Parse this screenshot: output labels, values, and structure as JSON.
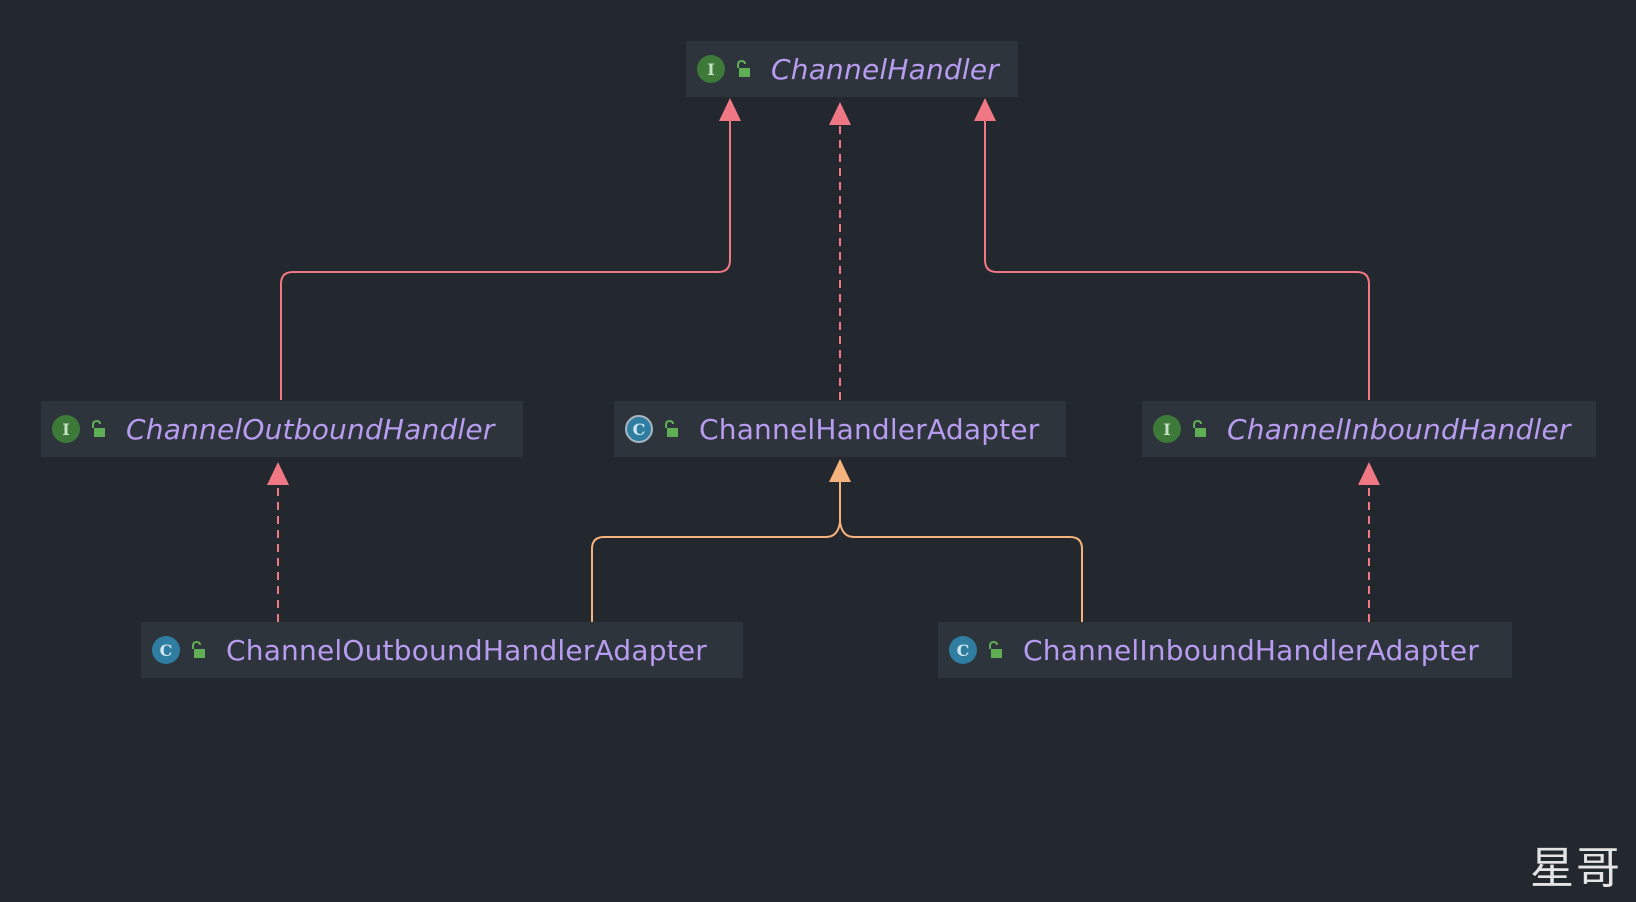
{
  "diagram": {
    "nodes": [
      {
        "id": "channel-handler",
        "label": "ChannelHandler",
        "kind": "interface",
        "kind_letter": "I",
        "italic": true
      },
      {
        "id": "channel-outbound-handler",
        "label": "ChannelOutboundHandler",
        "kind": "interface",
        "kind_letter": "I",
        "italic": true
      },
      {
        "id": "channel-handler-adapter",
        "label": "ChannelHandlerAdapter",
        "kind": "abstract",
        "kind_letter": "C",
        "italic": false
      },
      {
        "id": "channel-inbound-handler",
        "label": "ChannelInboundHandler",
        "kind": "interface",
        "kind_letter": "I",
        "italic": true
      },
      {
        "id": "channel-outbound-handler-adapter",
        "label": "ChannelOutboundHandlerAdapter",
        "kind": "class",
        "kind_letter": "C",
        "italic": false
      },
      {
        "id": "channel-inbound-handler-adapter",
        "label": "ChannelInboundHandlerAdapter",
        "kind": "class",
        "kind_letter": "C",
        "italic": false
      }
    ],
    "edges": [
      {
        "from": "channel-outbound-handler",
        "to": "channel-handler",
        "type": "extends"
      },
      {
        "from": "channel-inbound-handler",
        "to": "channel-handler",
        "type": "extends"
      },
      {
        "from": "channel-handler-adapter",
        "to": "channel-handler",
        "type": "implements"
      },
      {
        "from": "channel-outbound-handler-adapter",
        "to": "channel-outbound-handler",
        "type": "implements"
      },
      {
        "from": "channel-inbound-handler-adapter",
        "to": "channel-inbound-handler",
        "type": "implements"
      },
      {
        "from": "channel-outbound-handler-adapter",
        "to": "channel-handler-adapter",
        "type": "inherits"
      },
      {
        "from": "channel-inbound-handler-adapter",
        "to": "channel-handler-adapter",
        "type": "inherits"
      }
    ],
    "colors": {
      "background": "#23272e",
      "node_fill": "#2e343b",
      "label": "#b89cf0",
      "interface_edge": "#f07884",
      "class_edge": "#f5b27c",
      "interface_badge": "#3d7a3a",
      "class_badge": "#2f7ea2",
      "lock": "#5fae55"
    }
  },
  "watermark": "星哥"
}
